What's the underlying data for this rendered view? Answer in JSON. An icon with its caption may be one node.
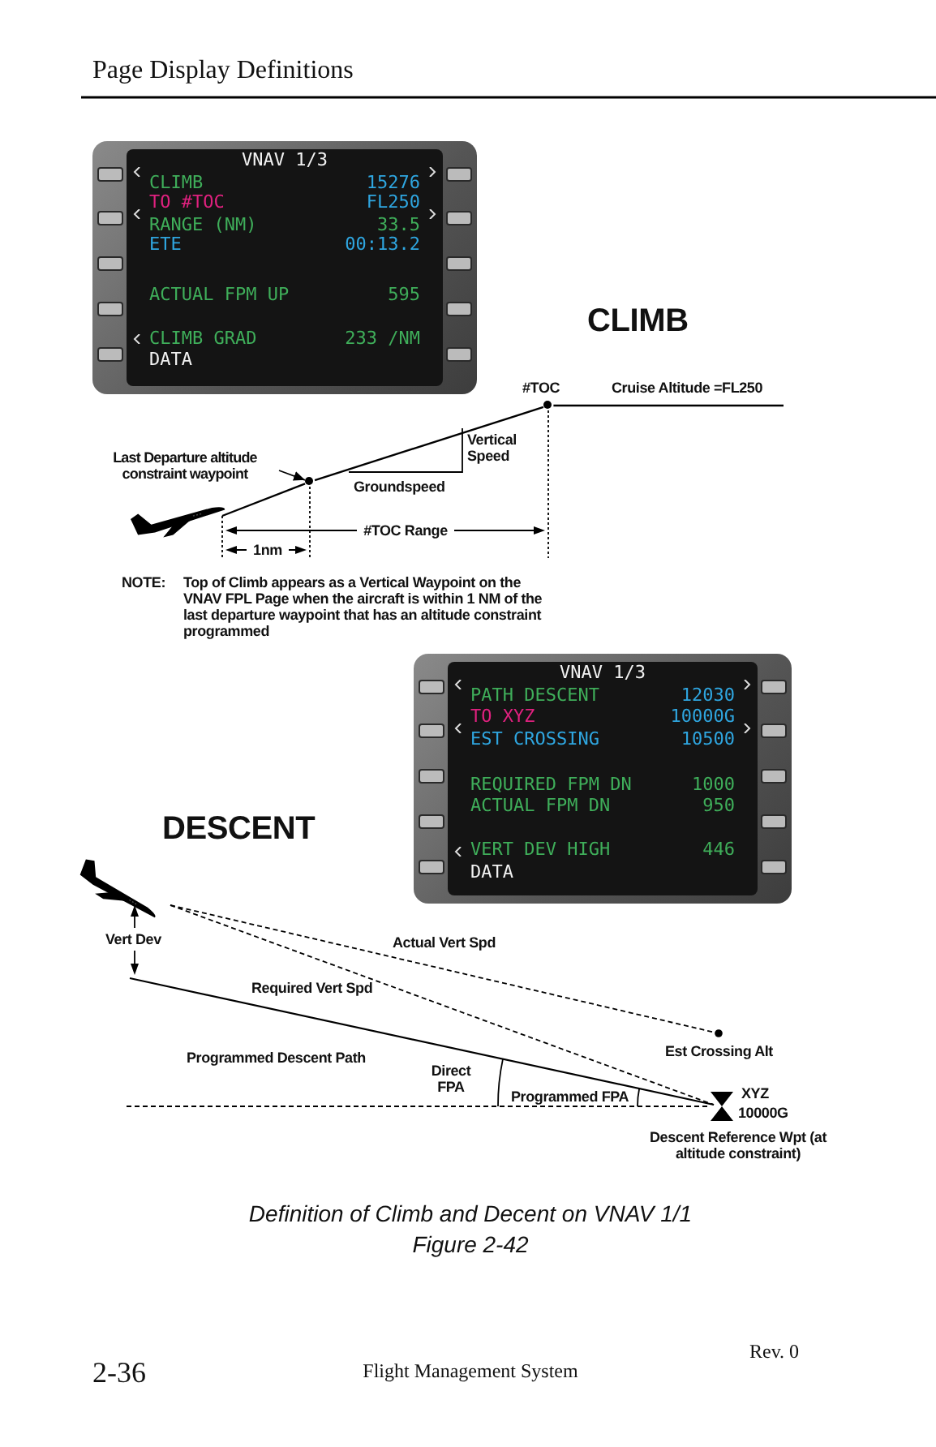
{
  "diagram": {
    "title": "Page Display Definitions",
    "caption": "Definition of Climb and Decent on VNAV 1/1",
    "nodes": [
      {
        "text": [
          "VNAV 1/3",
          "CLIMB",
          "15276",
          "TO #TOC",
          "FL250",
          "RANGE (NM)",
          "33.5",
          "ETE",
          "00:13.2",
          "ACTUAL FPM UP",
          "595",
          "CLIMB GRAD",
          "233 /NM",
          "DATA"
        ]
      },
      {
        "text": [
          "VNAV 1/3",
          "PATH DESCENT",
          "12030",
          "TO XYZ",
          "10000G",
          "EST CROSSING",
          "10500",
          "REQUIRED FPM DN",
          "1000",
          "ACTUAL FPM DN",
          "950",
          "VERT DEV HIGH",
          "446",
          "DATA"
        ]
      },
      {
        "text": [
          "Last Departure altitude constraint waypoint"
        ]
      },
      {
        "text": [],
        "shape": "circle"
      },
      {
        "text": [],
        "shape": "airplane"
      },
      {
        "text": [],
        "shape": "circle",
        "beside": [
          "#TOC"
        ]
      }
    ],
    "edges": [
      {
        "from": 2,
        "to": 3,
        "arrow": "to"
      },
      {
        "from": 4,
        "to": 3,
        "arrow": "none"
      },
      {
        "from": 3,
        "to": 5,
        "arrow": "none"
      },
      {
        "from": 5,
        "to": null,
        "arrow": "none"
      }
    ],
    "labels": [
      "CLIMB",
      "Cruise Altitude =FL250",
      "Vertical Speed",
      "Groundspeed",
      "#TOC Range",
      "1nm",
      "NOTE:",
      "Top of Climb appears as a Vertical Waypoint on the VNAV FPL Page when the aircraft is within 1 NM of the last departure waypoint that has an altitude constraint programmed",
      "DESCENT",
      "Vert Dev",
      "Actual Vert Spd",
      "Required Vert Spd",
      "Est Crossing Alt",
      "Programmed Descent Path",
      "Direct FPA",
      "Programmed FPA",
      "XYZ",
      "10000G",
      "Descent Reference Wpt (at altitude constraint)",
      "Figure 2-42",
      "2-36",
      "Flight Management System",
      "Rev. 0"
    ]
  }
}
